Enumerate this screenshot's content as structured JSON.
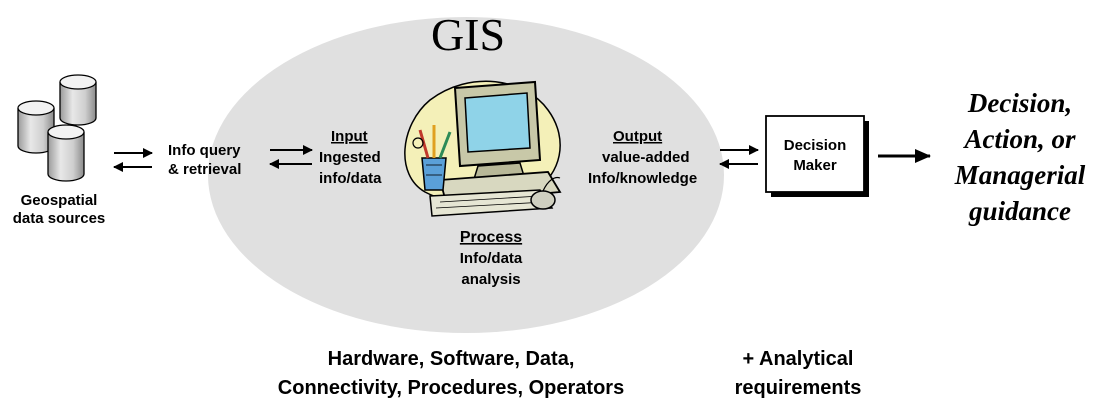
{
  "title": "GIS",
  "sources": {
    "line1": "Geospatial",
    "line2": "data sources"
  },
  "query": {
    "line1": "Info query",
    "line2": "& retrieval"
  },
  "input": {
    "heading": "Input",
    "line1": "Ingested",
    "line2": "info/data"
  },
  "output": {
    "heading": "Output",
    "line1": "value-added",
    "line2": "Info/knowledge"
  },
  "process": {
    "heading": "Process",
    "line1": "Info/data",
    "line2": "analysis"
  },
  "decision_maker": {
    "line1": "Decision",
    "line2": "Maker"
  },
  "outcome": {
    "line1": "Decision,",
    "line2": "Action, or",
    "line3": "Managerial",
    "line4": "guidance"
  },
  "components": {
    "line1": "Hardware, Software, Data,",
    "line2": "Connectivity, Procedures, Operators"
  },
  "analytical": {
    "line1": "+ Analytical",
    "line2": "requirements"
  },
  "icons": {
    "databases": "database-cylinders-icon",
    "computer": "computer-clipart-icon"
  },
  "colors": {
    "ellipse_fill": "#e0e0e0",
    "clipart_blob": "#f4f0b8",
    "monitor": "#c8c8a8",
    "screen": "#8fd3e8"
  }
}
